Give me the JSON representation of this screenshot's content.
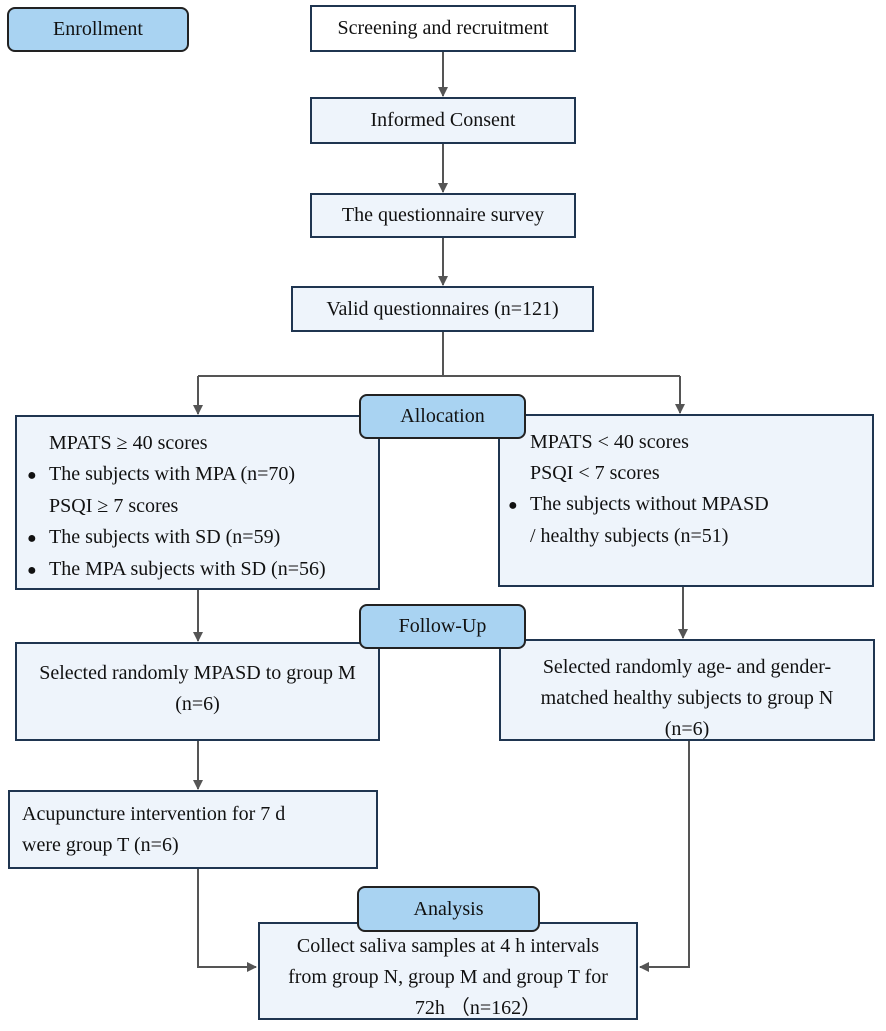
{
  "stages": {
    "enrollment": "Enrollment",
    "allocation": "Allocation",
    "follow_up": "Follow-Up",
    "analysis": "Analysis"
  },
  "boxes": {
    "screening": "Screening and recruitment",
    "consent": "Informed Consent",
    "survey": "The questionnaire survey",
    "valid": "Valid questionnaires (n=121)",
    "left_criteria": {
      "line1": "MPATS ≥ 40 scores",
      "line2": "The subjects with MPA (n=70)",
      "line3": "PSQI ≥ 7 scores",
      "line4": "The subjects with SD (n=59)",
      "line5": "The MPA subjects with SD (n=56)"
    },
    "right_criteria": {
      "line1": "MPATS < 40 scores",
      "line2": "PSQI < 7 scores",
      "line3": "The subjects without MPASD",
      "line4": "/ healthy subjects (n=51)"
    },
    "group_m": {
      "line1": "Selected randomly MPASD to group M",
      "line2": "(n=6)"
    },
    "group_n": {
      "line1": "Selected randomly age- and gender-",
      "line2": "matched healthy subjects to group N",
      "line3": "(n=6)"
    },
    "group_t": {
      "line1": "Acupuncture intervention for 7 d",
      "line2": "were group T (n=6)"
    },
    "analysis": {
      "line1": "Collect saliva samples at 4 h intervals",
      "line2": "from group N, group M and group T for",
      "line3": "72h （n=162）"
    }
  }
}
